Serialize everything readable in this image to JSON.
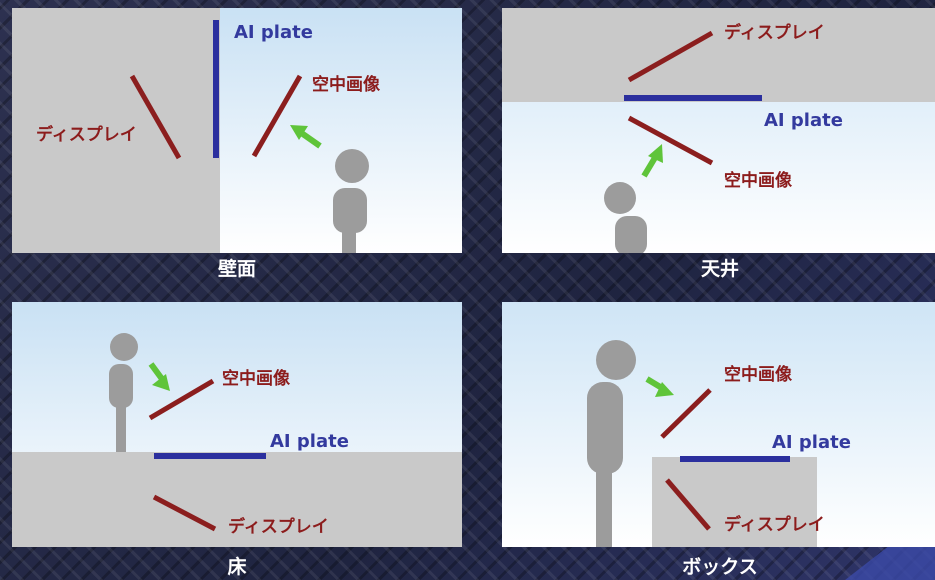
{
  "panels": [
    {
      "caption": "壁面",
      "display_label": "ディスプレイ",
      "plate_label": "AI plate",
      "image_label": "空中画像"
    },
    {
      "caption": "天井",
      "display_label": "ディスプレイ",
      "plate_label": "AI plate",
      "image_label": "空中画像"
    },
    {
      "caption": "床",
      "display_label": "ディスプレイ",
      "plate_label": "AI plate",
      "image_label": "空中画像"
    },
    {
      "caption": "ボックス",
      "display_label": "ディスプレイ",
      "plate_label": "AI plate",
      "image_label": "空中画像"
    }
  ],
  "colors": {
    "display_line": "#8b1e1e",
    "plate_line": "#2b2f9e",
    "arrow": "#5fc43a",
    "person": "#9c9c9c",
    "solid_surface": "#c9c9c9",
    "air": "#d7e9f7"
  }
}
